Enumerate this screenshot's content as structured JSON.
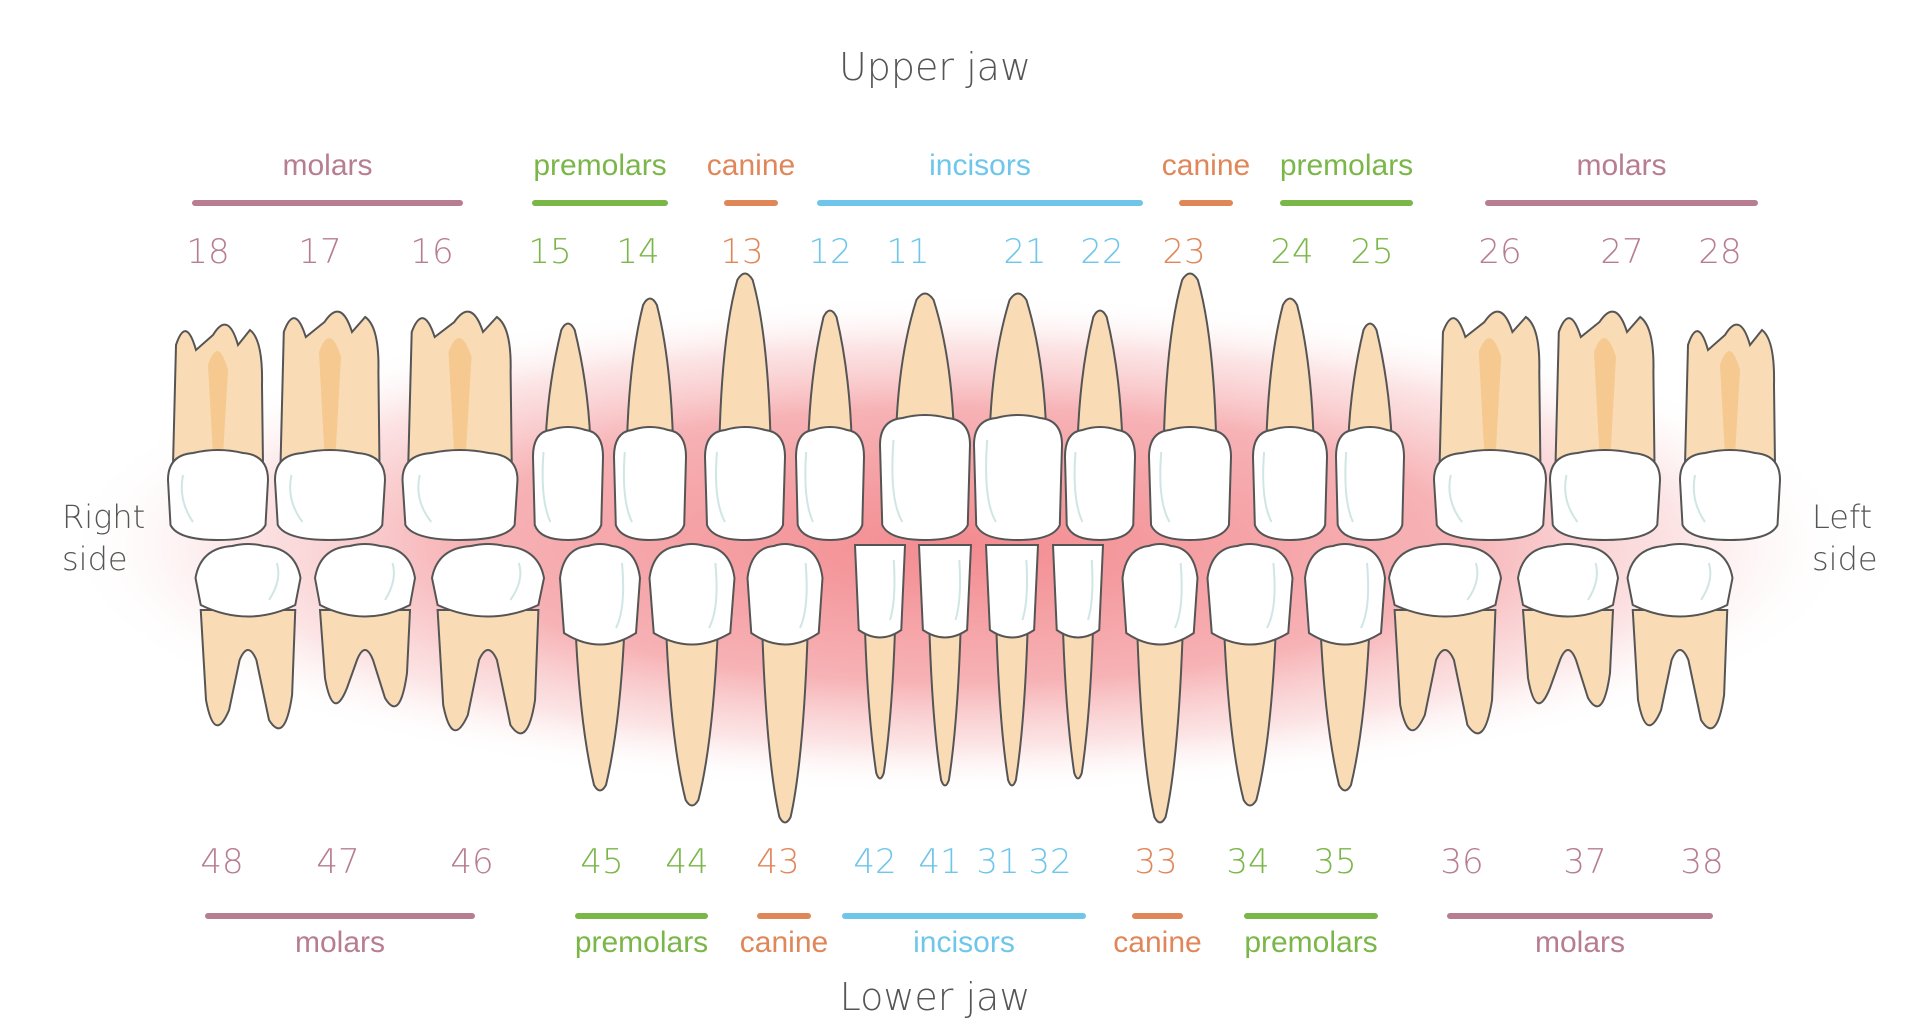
{
  "titles": {
    "upper": "Upper jaw",
    "lower": "Lower jaw",
    "right": [
      "Right",
      "side"
    ],
    "left": [
      "Left",
      "side"
    ]
  },
  "colors": {
    "molars": "#b77d91",
    "premolars": "#7ab648",
    "canine": "#e0875a",
    "incisors": "#6ec6ea",
    "title": "#555555",
    "enamel": "#ffffff",
    "root": "#f9dbb5",
    "root_shadow": "#f5c98f",
    "outline": "#555555",
    "gum": "#f2858a"
  },
  "upper_groups": [
    {
      "type": "molars",
      "label": "molars"
    },
    {
      "type": "premolars",
      "label": "premolars"
    },
    {
      "type": "canine",
      "label": "canine"
    },
    {
      "type": "incisors",
      "label": "incisors"
    },
    {
      "type": "canine",
      "label": "canine"
    },
    {
      "type": "premolars",
      "label": "premolars"
    },
    {
      "type": "molars",
      "label": "molars"
    }
  ],
  "lower_groups": [
    {
      "type": "molars",
      "label": "molars"
    },
    {
      "type": "premolars",
      "label": "premolars"
    },
    {
      "type": "canine",
      "label": "canine"
    },
    {
      "type": "incisors",
      "label": "incisors"
    },
    {
      "type": "canine",
      "label": "canine"
    },
    {
      "type": "premolars",
      "label": "premolars"
    },
    {
      "type": "molars",
      "label": "molars"
    }
  ],
  "upper_teeth": [
    {
      "num": "18",
      "type": "molars"
    },
    {
      "num": "17",
      "type": "molars"
    },
    {
      "num": "16",
      "type": "molars"
    },
    {
      "num": "15",
      "type": "premolars"
    },
    {
      "num": "14",
      "type": "premolars"
    },
    {
      "num": "13",
      "type": "canine"
    },
    {
      "num": "12",
      "type": "incisors"
    },
    {
      "num": "11",
      "type": "incisors"
    },
    {
      "num": "21",
      "type": "incisors"
    },
    {
      "num": "22",
      "type": "incisors"
    },
    {
      "num": "23",
      "type": "canine"
    },
    {
      "num": "24",
      "type": "premolars"
    },
    {
      "num": "25",
      "type": "premolars"
    },
    {
      "num": "26",
      "type": "molars"
    },
    {
      "num": "27",
      "type": "molars"
    },
    {
      "num": "28",
      "type": "molars"
    }
  ],
  "lower_teeth": [
    {
      "num": "48",
      "type": "molars"
    },
    {
      "num": "47",
      "type": "molars"
    },
    {
      "num": "46",
      "type": "molars"
    },
    {
      "num": "45",
      "type": "premolars"
    },
    {
      "num": "44",
      "type": "premolars"
    },
    {
      "num": "43",
      "type": "canine"
    },
    {
      "num": "42",
      "type": "incisors"
    },
    {
      "num": "41",
      "type": "incisors"
    },
    {
      "num": "31",
      "type": "incisors"
    },
    {
      "num": "32",
      "type": "incisors"
    },
    {
      "num": "33",
      "type": "canine"
    },
    {
      "num": "34",
      "type": "premolars"
    },
    {
      "num": "35",
      "type": "premolars"
    },
    {
      "num": "36",
      "type": "molars"
    },
    {
      "num": "37",
      "type": "molars"
    },
    {
      "num": "38",
      "type": "molars"
    }
  ]
}
